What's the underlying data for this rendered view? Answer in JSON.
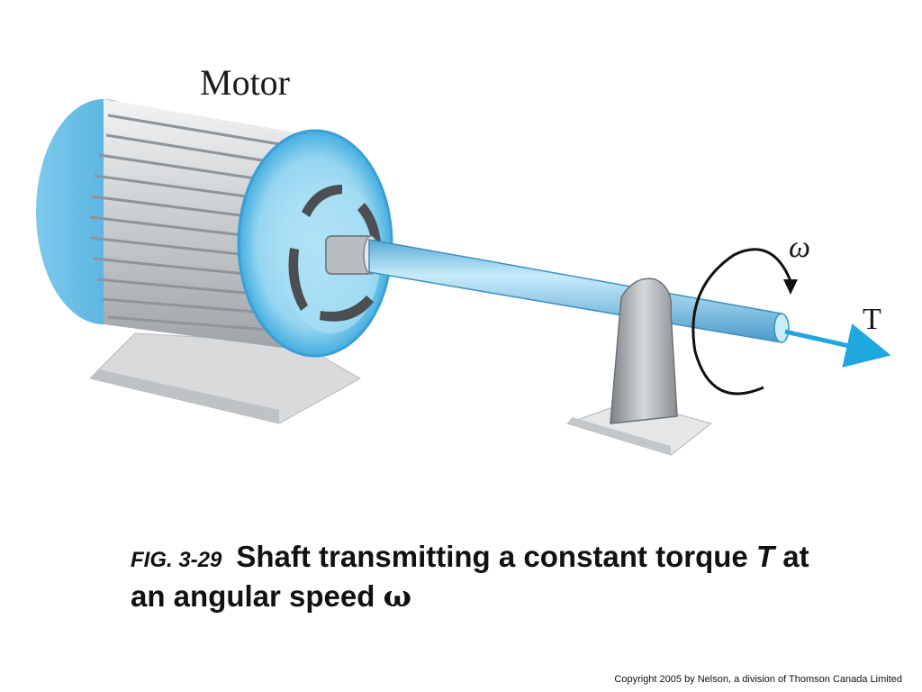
{
  "figure": {
    "motor_label": "Motor",
    "omega_label": "ω",
    "torque_label": "T"
  },
  "caption": {
    "fig_number": "FIG. 3-29",
    "text_part1": "Shaft transmitting a constant torque ",
    "torque_symbol": "T",
    "text_part2": " at an angular speed ",
    "omega_symbol": "ω"
  },
  "copyright": "Copyright 2005 by Nelson, a division of Thomson Canada Limited",
  "colors": {
    "motor_blue": "#5bbde6",
    "shaft_blue": "#8fd0ee",
    "arrow_blue": "#1fa8e0",
    "fin_gray": "#c9ccd0",
    "base_gray": "#d8dadc"
  }
}
